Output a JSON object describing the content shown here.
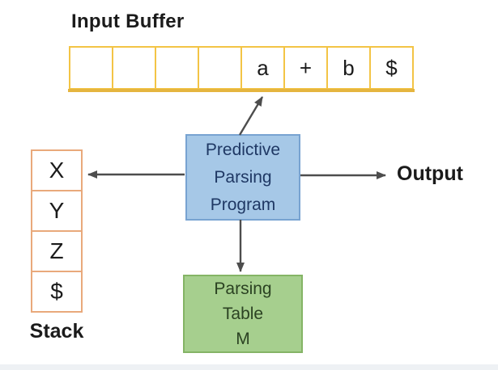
{
  "diagram": {
    "input_buffer": {
      "title": "Input Buffer",
      "cells": [
        "",
        "",
        "",
        "",
        "a",
        "+",
        "b",
        "$"
      ]
    },
    "stack": {
      "label": "Stack",
      "items": [
        "X",
        "Y",
        "Z",
        "$"
      ]
    },
    "program": {
      "lines": [
        "Predictive",
        "Parsing",
        "Program"
      ]
    },
    "parsing_table": {
      "lines": [
        "Parsing",
        "Table",
        "M"
      ]
    },
    "output": {
      "label": "Output"
    },
    "arrows": [
      {
        "from": "predictive-parsing-program",
        "to": "input-buffer"
      },
      {
        "from": "predictive-parsing-program",
        "to": "stack"
      },
      {
        "from": "predictive-parsing-program",
        "to": "output"
      },
      {
        "from": "predictive-parsing-program",
        "to": "parsing-table"
      }
    ],
    "colors": {
      "text": "#1b1b1b",
      "buffer_border": "#F3C445",
      "buffer_baseline": "#E5B53F",
      "stack_border": "#E9A97B",
      "program_fill": "#A6C8E7",
      "program_border": "#78A3D1",
      "program_text": "#1F3864",
      "table_fill": "#A6CF8E",
      "table_border": "#84B465",
      "table_text": "#2B4222",
      "arrow": "#4D4D4D"
    }
  }
}
